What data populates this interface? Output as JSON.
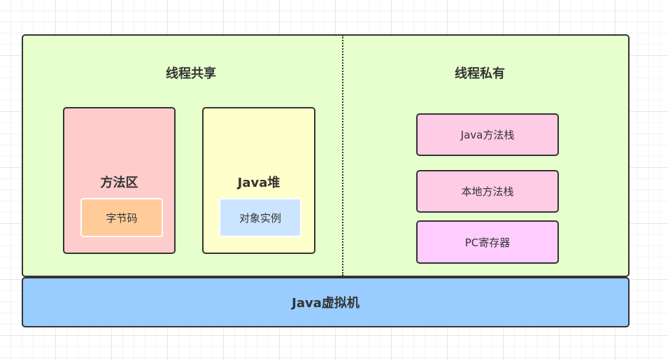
{
  "colors": {
    "outer_fill": "#e6ffcc",
    "method_area_fill": "#ffcccc",
    "bytecode_fill": "#ffcc99",
    "heap_fill": "#ffffcc",
    "instance_fill": "#cce5ff",
    "stack_fill": "#ffccE6",
    "pc_fill": "#ffccff",
    "jvm_fill": "#99ccff",
    "stroke": "#333333"
  },
  "shared": {
    "title": "线程共享",
    "method_area": {
      "title": "方法区",
      "inner": "字节码"
    },
    "heap": {
      "title": "Java堆",
      "inner": "对象实例"
    }
  },
  "private": {
    "title": "线程私有",
    "items": [
      "Java方法栈",
      "本地方法栈",
      "PC寄存器"
    ]
  },
  "jvm": {
    "title": "Java虚拟机"
  }
}
